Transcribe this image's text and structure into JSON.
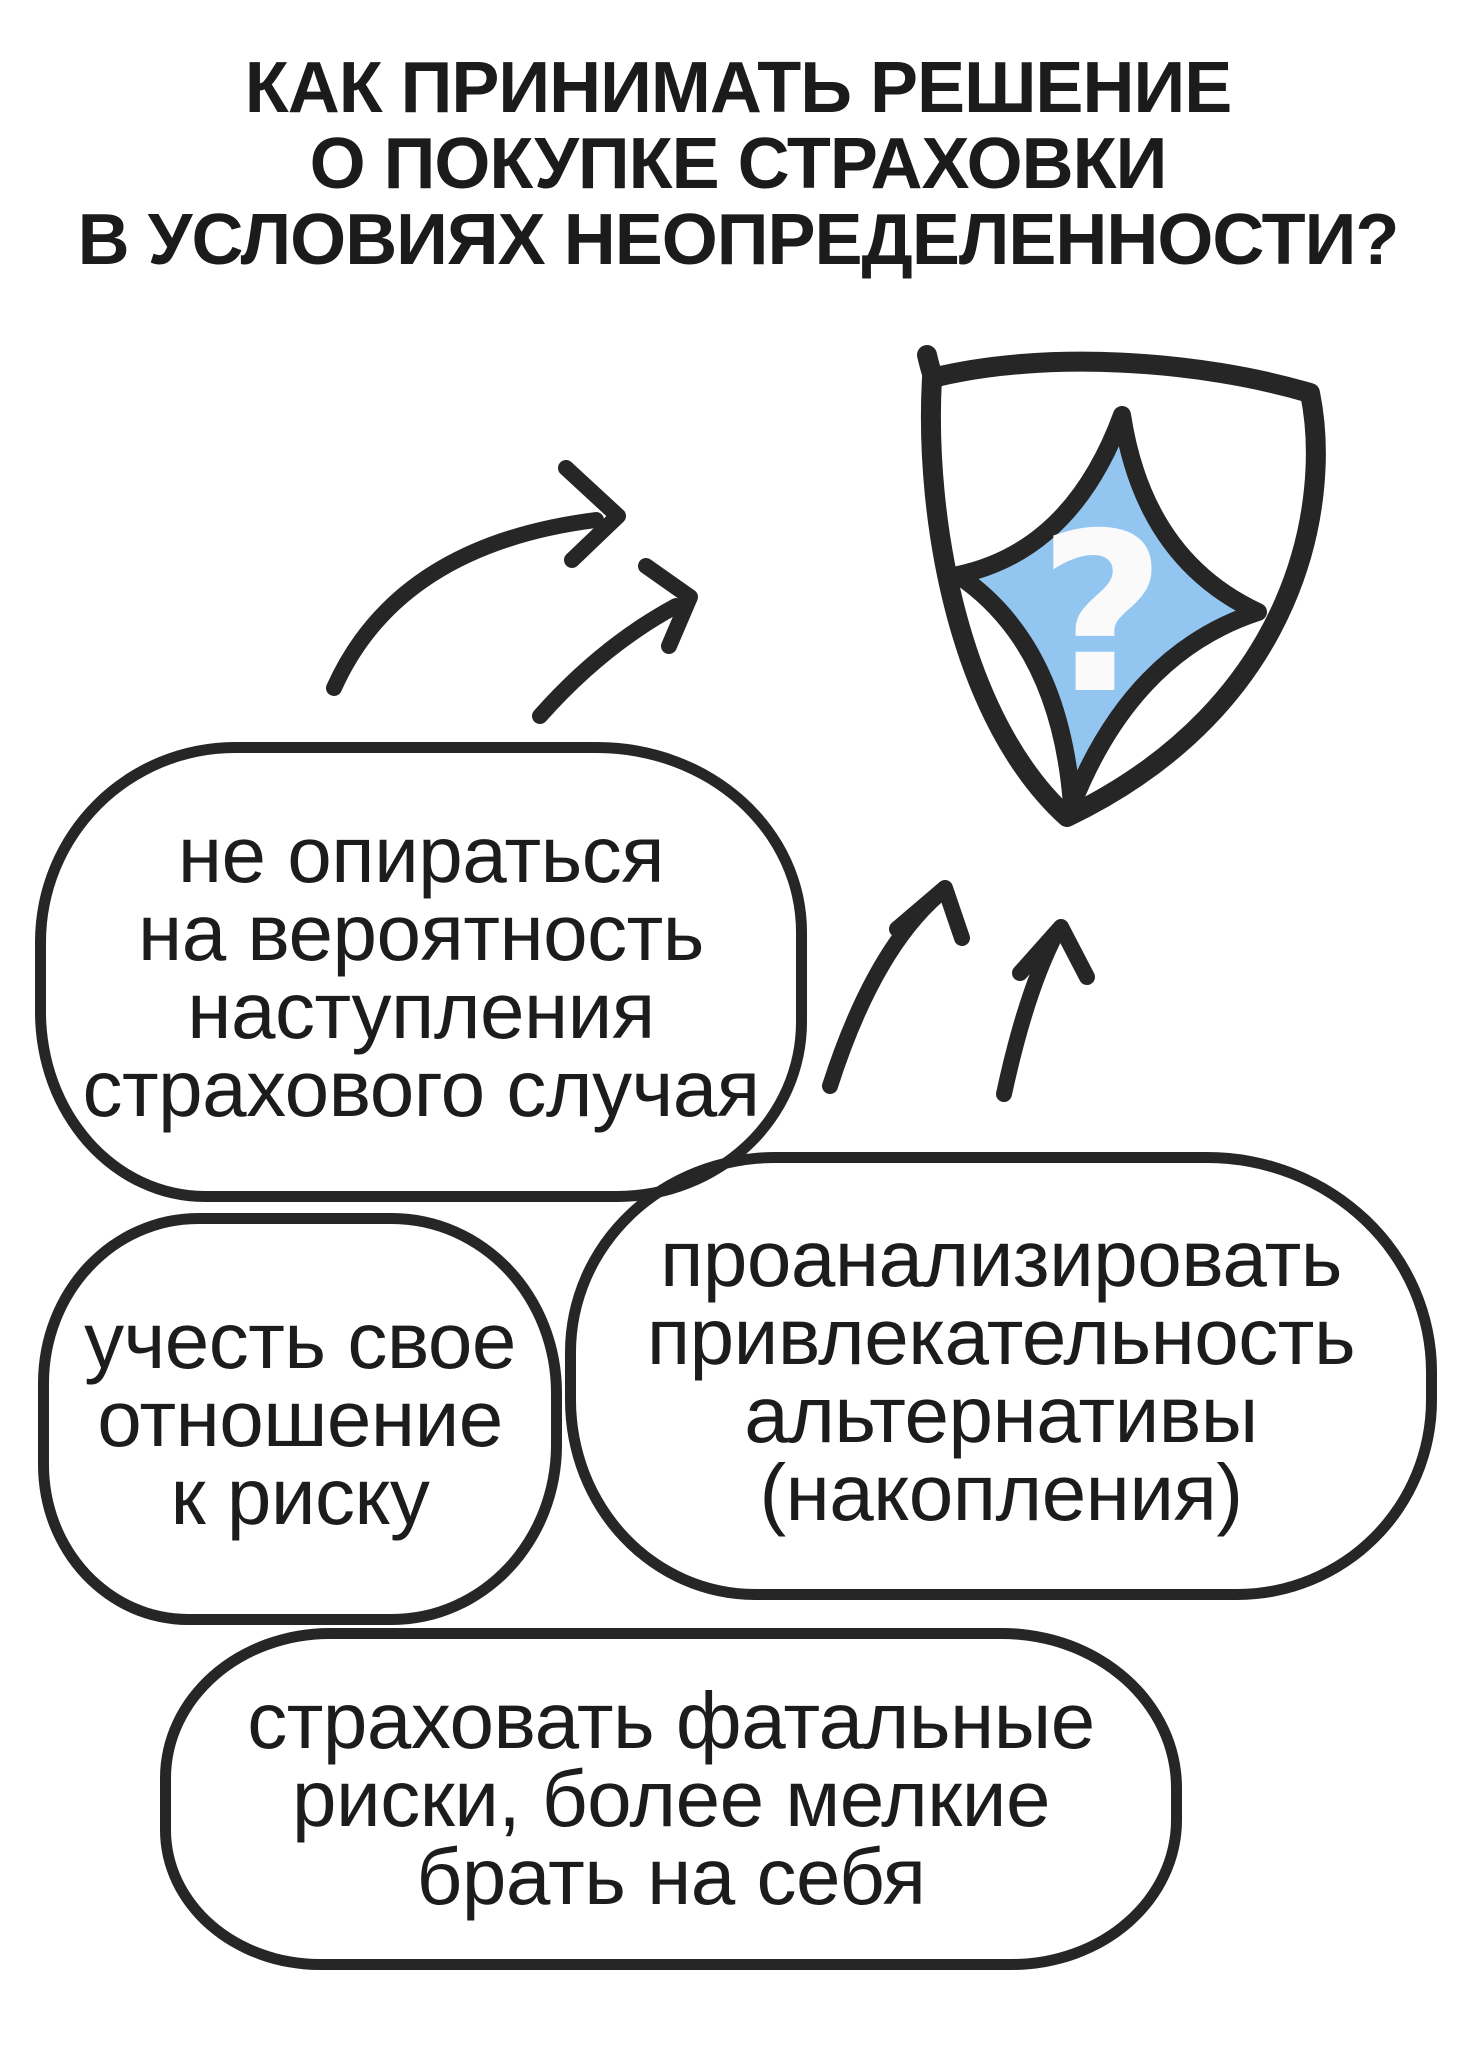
{
  "title": {
    "lines": [
      "КАК ПРИНИМАТЬ РЕШЕНИЕ",
      "О ПОКУПКЕ СТРАХОВКИ",
      "В УСЛОВИЯХ НЕОПРЕДЕЛЕННОСТИ?"
    ]
  },
  "shield": {
    "question_mark": "?",
    "star_fill": "#92C6F1",
    "mark_fill": "#FAFAFA",
    "outline_color": "#262626"
  },
  "bubbles": [
    {
      "name": "probability",
      "lines": [
        "не опираться",
        "на вероятность",
        "наступления",
        "страхового случая"
      ]
    },
    {
      "name": "risk-attitude",
      "lines": [
        "учесть свое",
        "отношение",
        "к риску"
      ]
    },
    {
      "name": "alternative-analysis",
      "lines": [
        "проанализировать",
        "привлекательность",
        "альтернативы",
        "(накопления)"
      ]
    },
    {
      "name": "fatal-risks",
      "lines": [
        "страховать фатальные",
        "риски, более мелкие",
        "брать на себя"
      ]
    }
  ],
  "colors": {
    "background": "#FFFFFF",
    "ink": "#262626",
    "text": "#1C1C1C",
    "star_blue": "#92C6F1",
    "question_mark_white": "#FAFAFA"
  }
}
